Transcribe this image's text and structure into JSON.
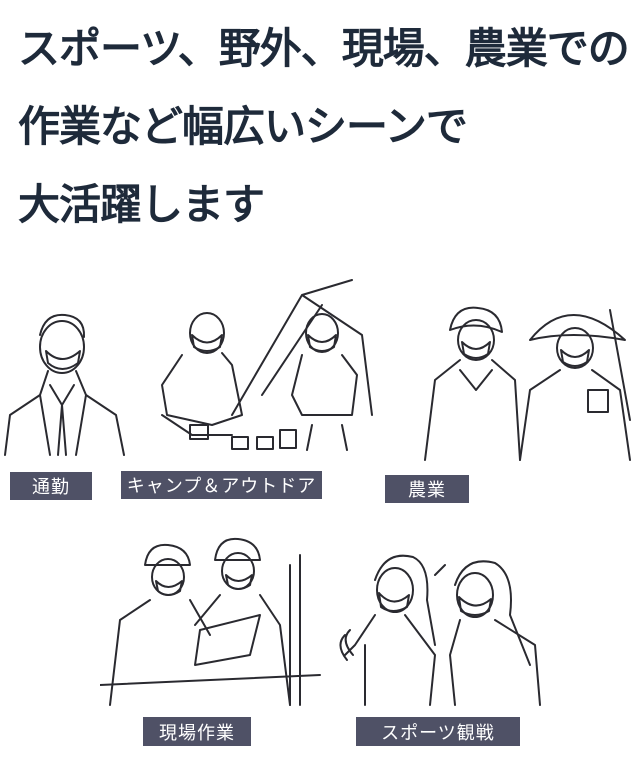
{
  "headline": {
    "lines": [
      "スポーツ、野外、現場、農業での",
      "作業など幅広いシーンで",
      "大活躍します"
    ]
  },
  "scenes": [
    {
      "label": "通勤"
    },
    {
      "label": "キャンプ＆アウトドア"
    },
    {
      "label": "農業"
    },
    {
      "label": "現場作業"
    },
    {
      "label": "スポーツ観戦"
    }
  ],
  "colors": {
    "headline": "#1e2a3a",
    "label_bg": "#4f5166",
    "glow": "#f5ee3a"
  }
}
